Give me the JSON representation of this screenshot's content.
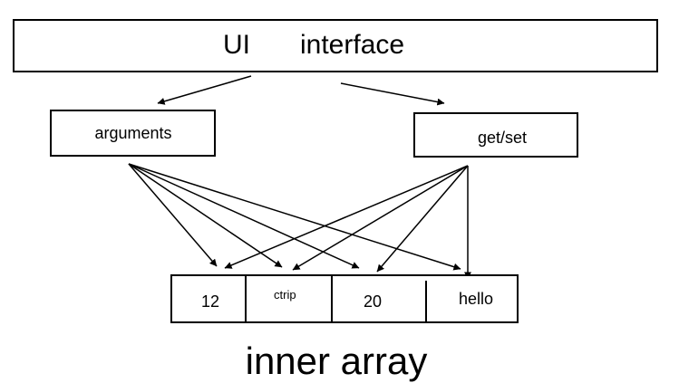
{
  "title_box": {
    "word1": "UI",
    "word2": "interface"
  },
  "nodes": {
    "arguments": "arguments",
    "getset": "get/set"
  },
  "array": {
    "cells": [
      "12",
      "ctrip",
      "20",
      "hello"
    ],
    "caption": "inner array"
  },
  "colors": {
    "stroke": "#000000",
    "background": "#ffffff"
  }
}
